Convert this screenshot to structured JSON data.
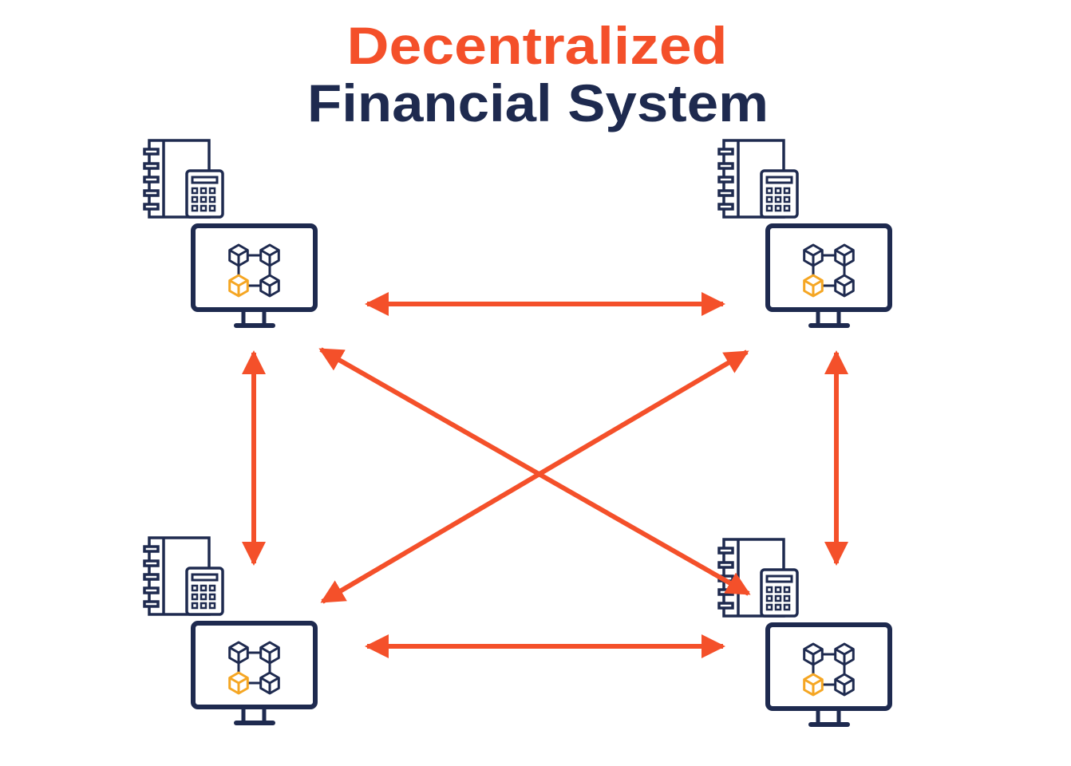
{
  "title": {
    "line1": "Decentralized",
    "line2": "Financial System"
  },
  "colors": {
    "accent": "#f4502a",
    "navy": "#1e2a4f",
    "highlight_cube": "#f5a623",
    "background": "#ffffff"
  },
  "nodes": [
    {
      "id": "top-left",
      "icons": [
        "ledger-icon",
        "calculator-icon",
        "monitor-icon",
        "blockchain-icon"
      ]
    },
    {
      "id": "top-right",
      "icons": [
        "ledger-icon",
        "calculator-icon",
        "monitor-icon",
        "blockchain-icon"
      ]
    },
    {
      "id": "bottom-left",
      "icons": [
        "ledger-icon",
        "calculator-icon",
        "monitor-icon",
        "blockchain-icon"
      ]
    },
    {
      "id": "bottom-right",
      "icons": [
        "ledger-icon",
        "calculator-icon",
        "monitor-icon",
        "blockchain-icon"
      ]
    }
  ],
  "connections": [
    {
      "from": "top-left",
      "to": "top-right",
      "type": "bidirectional"
    },
    {
      "from": "bottom-left",
      "to": "bottom-right",
      "type": "bidirectional"
    },
    {
      "from": "top-left",
      "to": "bottom-left",
      "type": "bidirectional"
    },
    {
      "from": "top-right",
      "to": "bottom-right",
      "type": "bidirectional"
    },
    {
      "from": "top-left",
      "to": "bottom-right",
      "type": "bidirectional"
    },
    {
      "from": "top-right",
      "to": "bottom-left",
      "type": "bidirectional"
    }
  ]
}
